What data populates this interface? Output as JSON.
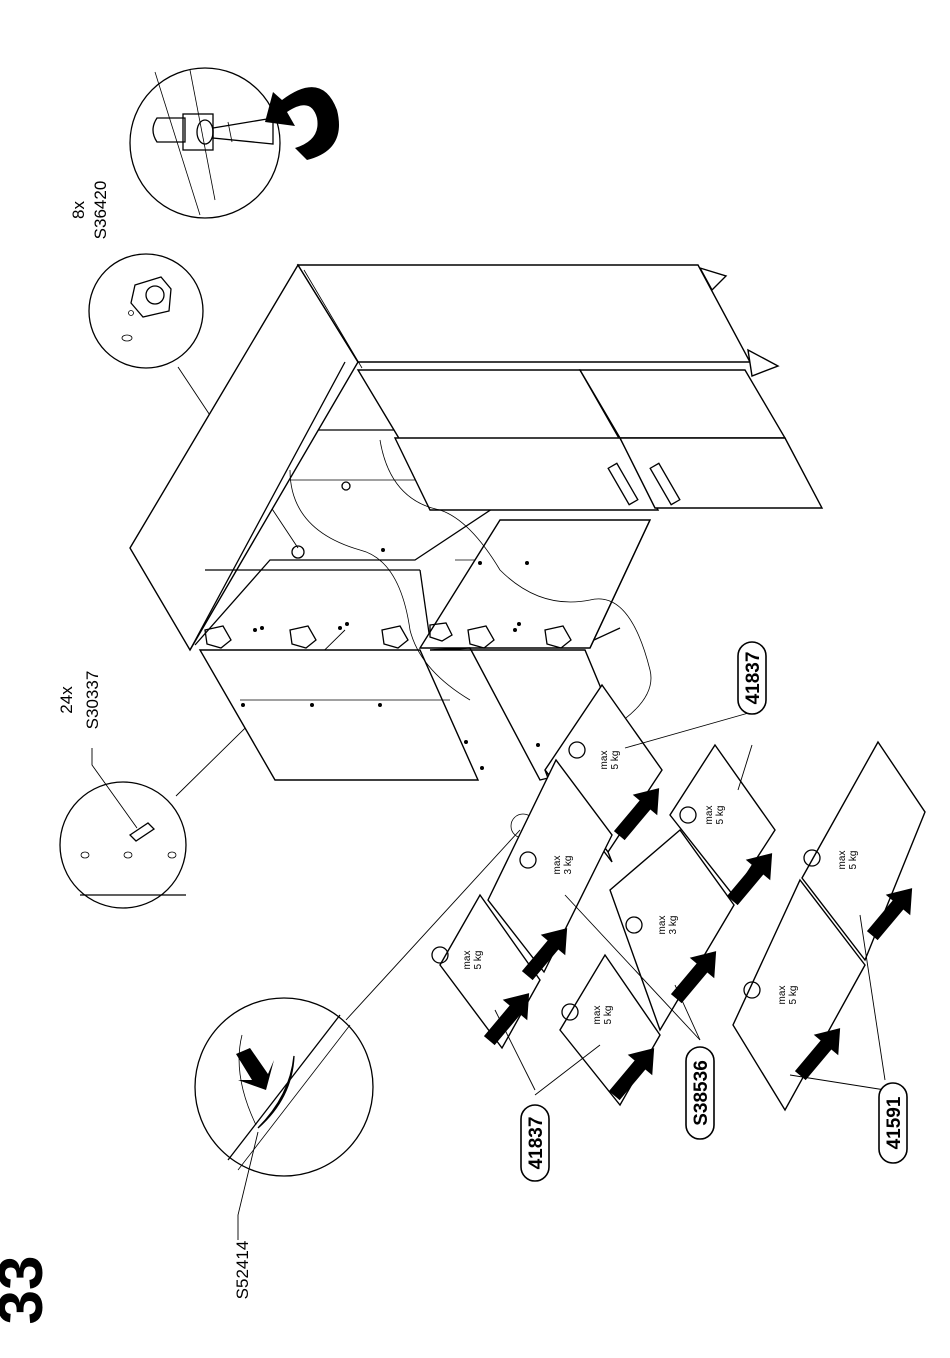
{
  "step": {
    "number": "33"
  },
  "parts": {
    "hinge_plate": {
      "qty": "8x",
      "code": "S36420"
    },
    "shelf_pin": {
      "qty": "24x",
      "code": "S30337"
    },
    "drawer_stop": {
      "code": "S52414"
    }
  },
  "callouts": [
    {
      "id": "c1",
      "text": "41837"
    },
    {
      "id": "c2",
      "text": "41837"
    },
    {
      "id": "c3",
      "text": "S38536"
    },
    {
      "id": "c4",
      "text": "41591"
    }
  ],
  "weight_limits": {
    "max_label": "max",
    "small": "5 kg",
    "mid": "3 kg"
  }
}
